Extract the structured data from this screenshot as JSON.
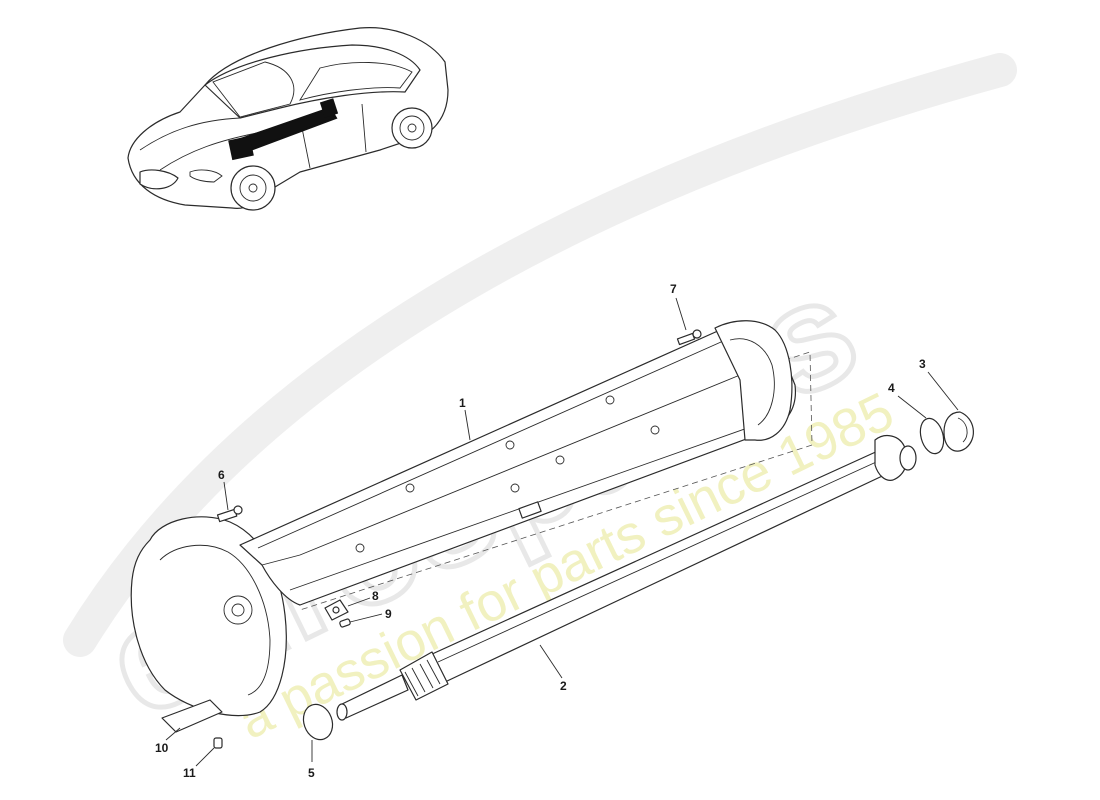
{
  "watermark": {
    "brand": "eurospares",
    "tagline": "a passion for parts since 1985"
  },
  "callouts": [
    {
      "id": "1",
      "label": "1"
    },
    {
      "id": "2",
      "label": "2"
    },
    {
      "id": "3",
      "label": "3"
    },
    {
      "id": "4",
      "label": "4"
    },
    {
      "id": "5",
      "label": "5"
    },
    {
      "id": "6",
      "label": "6"
    },
    {
      "id": "7",
      "label": "7"
    },
    {
      "id": "8",
      "label": "8"
    },
    {
      "id": "9",
      "label": "9"
    },
    {
      "id": "10",
      "label": "10"
    },
    {
      "id": "11",
      "label": "11"
    }
  ],
  "icons": {
    "car": "car-location-icon",
    "torque_tube": "torque-tube-icon",
    "propshaft": "propshaft-icon"
  }
}
